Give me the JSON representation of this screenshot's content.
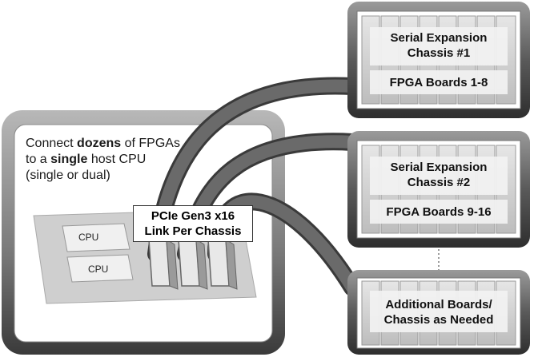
{
  "host": {
    "text_parts": [
      {
        "text": "Connect ",
        "bold": false
      },
      {
        "text": "dozens",
        "bold": true
      },
      {
        "text": " of FPGAs to a ",
        "bold": false
      },
      {
        "text": "single",
        "bold": true
      },
      {
        "text": " host CPU (single or dual)",
        "bold": false
      }
    ],
    "cpu_labels": [
      "CPU",
      "CPU"
    ]
  },
  "pcie_label": {
    "line1": "PCIe Gen3 x16",
    "line2": "Link Per Chassis"
  },
  "chassis": [
    {
      "title_line1": "Serial Expansion",
      "title_line2": "Chassis #1",
      "boards": "FPGA Boards 1-8"
    },
    {
      "title_line1": "Serial Expansion",
      "title_line2": "Chassis #2",
      "boards": "FPGA Boards 9-16"
    },
    {
      "title_line1": "Additional Boards/",
      "title_line2": "Chassis as Needed",
      "boards": ""
    }
  ],
  "colors": {
    "frame_dark": "#4a4a4a",
    "frame_light": "#e8e8e8",
    "panel_fill": "#dcdcdc",
    "cable": "#5a5a5a"
  }
}
